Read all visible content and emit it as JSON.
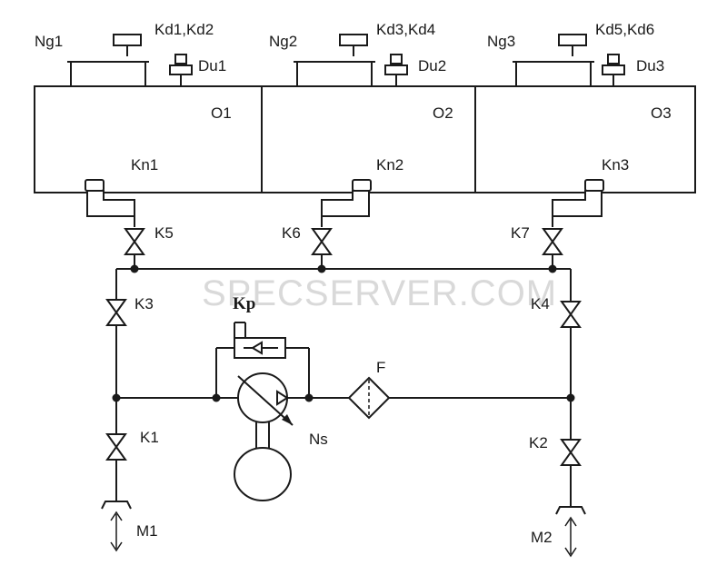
{
  "watermark": "SPECSERVER.COM",
  "tanks": [
    {
      "ng": "Ng1",
      "kd": "Kd1,Kd2",
      "du": "Du1",
      "o": "O1",
      "kn": "Kn1"
    },
    {
      "ng": "Ng2",
      "kd": "Kd3,Kd4",
      "du": "Du2",
      "o": "O2",
      "kn": "Kn2"
    },
    {
      "ng": "Ng3",
      "kd": "Kd5,Kd6",
      "du": "Du3",
      "o": "O3",
      "kn": "Kn3"
    }
  ],
  "valves": {
    "k1": "K1",
    "k2": "K2",
    "k3": "K3",
    "k4": "K4",
    "k5": "K5",
    "k6": "K6",
    "k7": "K7"
  },
  "pump": "Ns",
  "relief_valve": "Kp",
  "filter": "F",
  "ports": {
    "m1": "M1",
    "m2": "M2"
  }
}
